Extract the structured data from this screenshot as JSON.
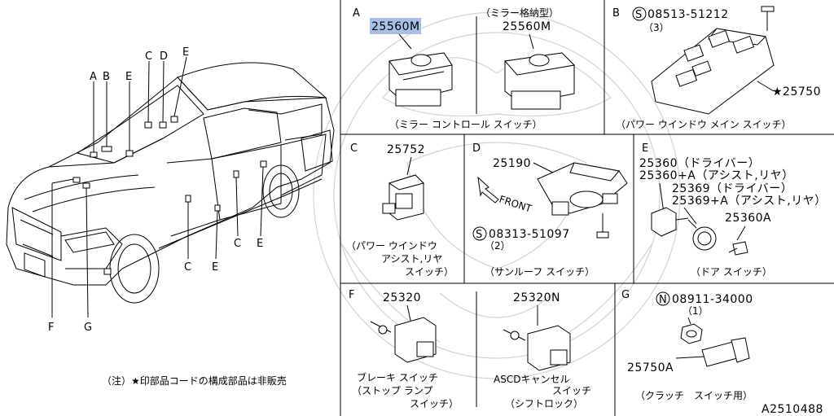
{
  "car_callouts": {
    "a": "A",
    "b": "B",
    "e1": "E",
    "c1": "C",
    "d": "D",
    "e2": "E",
    "f": "F",
    "g": "G",
    "c2": "C",
    "e3": "E",
    "c3": "C",
    "e4": "E"
  },
  "note": "（注）★印部品コードの構成部品は非販売",
  "panels": {
    "a": {
      "letter": "A",
      "part1": "25560M",
      "part1_highlight": "#a8c0e8",
      "subtitle": "（ミラー格納型）",
      "part2": "25560M",
      "caption": "（ミラー コントロール スイッチ）"
    },
    "b": {
      "letter": "B",
      "screw_symbol": "S",
      "screw": "08513-51212",
      "screw_qty": "（3）",
      "part": "★25750",
      "caption": "（パワー ウインドウ メイン スイッチ）"
    },
    "c": {
      "letter": "C",
      "part": "25752",
      "caption_lines": [
        "（パワー ウインドウ",
        "アシスト,リヤ",
        "スイッチ）"
      ]
    },
    "d": {
      "letter": "D",
      "part": "25190",
      "front": "FRONT",
      "screw_symbol": "S",
      "screw": "08313-51097",
      "screw_qty": "（2）",
      "caption": "（サンルーフ スイッチ）"
    },
    "e": {
      "letter": "E",
      "lines": [
        "25360（ドライバー）",
        "25360+A（アシスト,リヤ）",
        "25369（ドライバー）",
        "25369+A（アシスト,リヤ）"
      ],
      "part_a": "25360A",
      "caption": "（ドア スイッチ）"
    },
    "f": {
      "letter": "F",
      "part1": "25320",
      "caption1_lines": [
        "ブレーキ スイッチ",
        "（ストップ ランプ",
        "スイッチ）"
      ],
      "part2": "25320N",
      "caption2_lines": [
        "ASCDキャンセル",
        "スイッチ",
        "（シフトロック）"
      ]
    },
    "g": {
      "letter": "G",
      "nut_symbol": "N",
      "nut": "08911-34000",
      "nut_qty": "（1）",
      "part": "25750A",
      "caption": "（クラッチ　スイッチ用）"
    }
  },
  "diagram_id": "A2510488"
}
